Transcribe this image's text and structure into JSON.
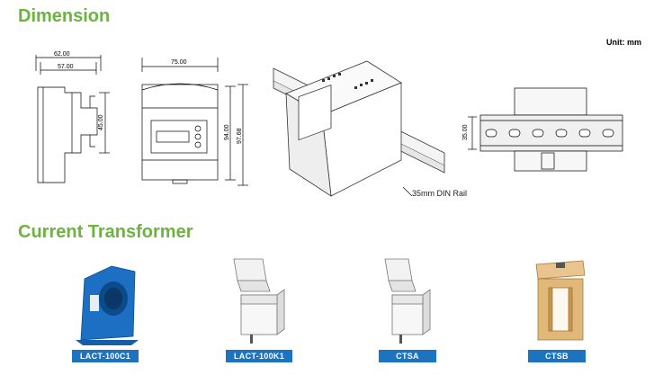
{
  "headings": {
    "dimension": "Dimension",
    "current_transformer": "Current Transformer"
  },
  "unit_label": "Unit: mm",
  "dimensions": {
    "side_width_total": "62.00",
    "side_width_body": "57.00",
    "side_height": "45.00",
    "front_width": "75.00",
    "front_height_a": "94.00",
    "front_height_b": "97.68",
    "rail_height": "35.00",
    "rail_label": "35mm DIN Rail"
  },
  "transformers": [
    {
      "label": "LACT-100C1",
      "icon": "blue-ct-icon",
      "color": "#1e73be"
    },
    {
      "label": "LACT-100K1",
      "icon": "split-core-ct-icon",
      "color": "#1e73be"
    },
    {
      "label": "CTSA",
      "icon": "split-core-ct-icon",
      "color": "#1e73be"
    },
    {
      "label": "CTSB",
      "icon": "bar-ct-icon",
      "color": "#1e73be"
    }
  ]
}
